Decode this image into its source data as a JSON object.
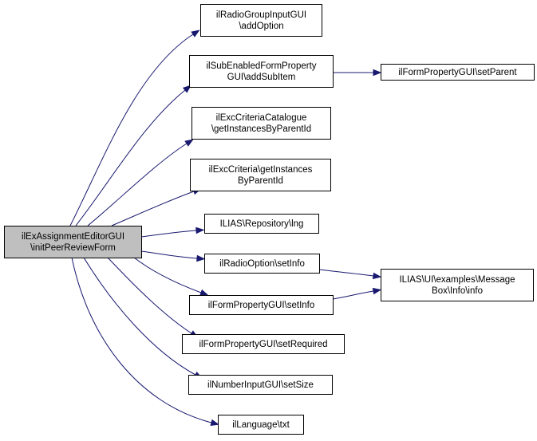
{
  "diagram": {
    "nodes": [
      {
        "id": "root",
        "lines": [
          "ilExAssignmentEditorGUI",
          "\\initPeerReviewForm"
        ]
      },
      {
        "id": "n1",
        "lines": [
          "ilRadioGroupInputGUI",
          "\\addOption"
        ]
      },
      {
        "id": "n2",
        "lines": [
          "ilSubEnabledFormProperty",
          "GUI\\addSubItem"
        ]
      },
      {
        "id": "n3",
        "lines": [
          "ilFormPropertyGUI\\setParent"
        ]
      },
      {
        "id": "n4",
        "lines": [
          "ilExcCriteriaCatalogue",
          "\\getInstancesByParentId"
        ]
      },
      {
        "id": "n5",
        "lines": [
          "ilExcCriteria\\getInstances",
          "ByParentId"
        ]
      },
      {
        "id": "n6",
        "lines": [
          "ILIAS\\Repository\\lng"
        ]
      },
      {
        "id": "n7",
        "lines": [
          "ilRadioOption\\setInfo"
        ]
      },
      {
        "id": "n8",
        "lines": [
          "ILIAS\\UI\\examples\\Message",
          "Box\\Info\\info"
        ]
      },
      {
        "id": "n9",
        "lines": [
          "ilFormPropertyGUI\\setInfo"
        ]
      },
      {
        "id": "n10",
        "lines": [
          "ilFormPropertyGUI\\setRequired"
        ]
      },
      {
        "id": "n11",
        "lines": [
          "ilNumberInputGUI\\setSize"
        ]
      },
      {
        "id": "n12",
        "lines": [
          "ilLanguage\\txt"
        ]
      }
    ],
    "edges": [
      {
        "from": "root",
        "to": "n1"
      },
      {
        "from": "root",
        "to": "n2"
      },
      {
        "from": "n2",
        "to": "n3"
      },
      {
        "from": "root",
        "to": "n4"
      },
      {
        "from": "root",
        "to": "n5"
      },
      {
        "from": "root",
        "to": "n6"
      },
      {
        "from": "root",
        "to": "n7"
      },
      {
        "from": "n7",
        "to": "n8"
      },
      {
        "from": "root",
        "to": "n9"
      },
      {
        "from": "n9",
        "to": "n8"
      },
      {
        "from": "root",
        "to": "n10"
      },
      {
        "from": "root",
        "to": "n11"
      },
      {
        "from": "root",
        "to": "n12"
      }
    ]
  }
}
